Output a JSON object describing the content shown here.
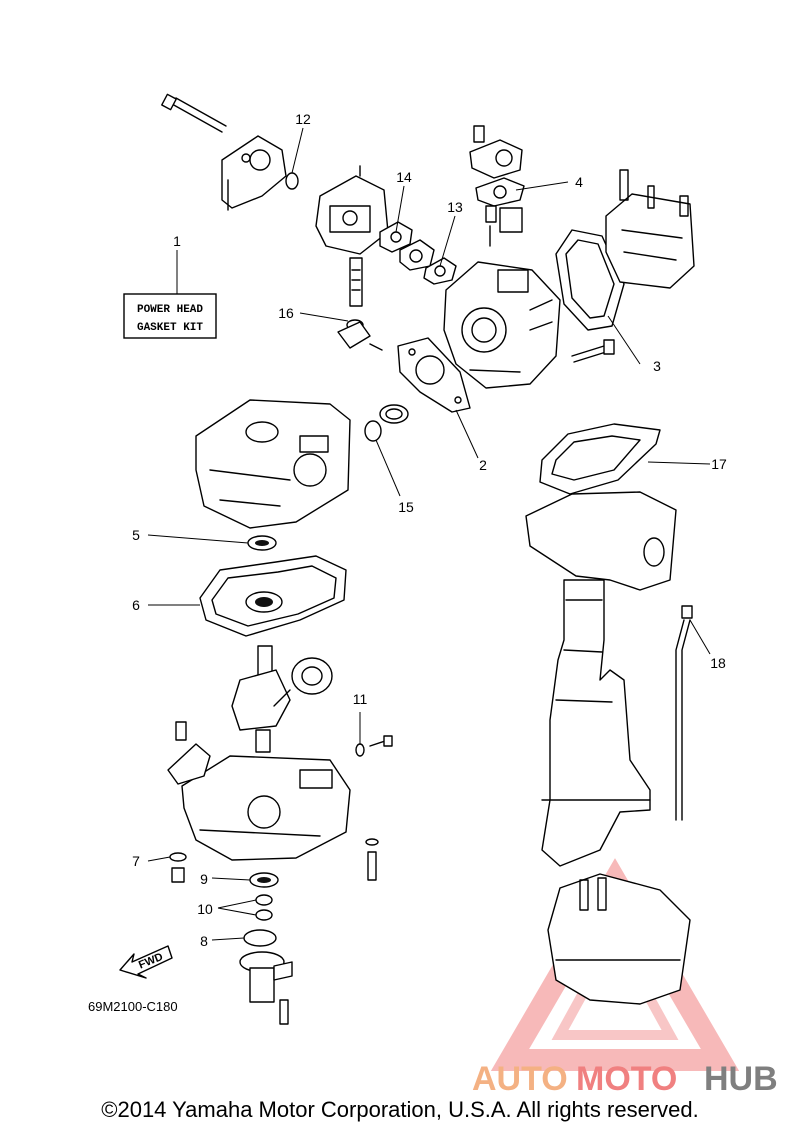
{
  "kit_label": {
    "line1": "POWER HEAD",
    "line2": "GASKET KIT"
  },
  "diagram_code": "69M2100-C180",
  "fwd_label": "FWD",
  "watermark": {
    "part1": "AUTO",
    "part2": "MOTO",
    "part3": "HUB",
    "color_primary": "#f08080",
    "color_secondary": "#f4b183",
    "color_tertiary": "#7f7f7f"
  },
  "copyright": "©2014 Yamaha Motor Corporation, U.S.A. All rights reserved.",
  "callouts": [
    {
      "id": "1",
      "label": "1"
    },
    {
      "id": "2",
      "label": "2"
    },
    {
      "id": "3",
      "label": "3"
    },
    {
      "id": "4",
      "label": "4"
    },
    {
      "id": "5",
      "label": "5"
    },
    {
      "id": "6",
      "label": "6"
    },
    {
      "id": "7",
      "label": "7"
    },
    {
      "id": "8",
      "label": "8"
    },
    {
      "id": "9",
      "label": "9"
    },
    {
      "id": "10",
      "label": "10"
    },
    {
      "id": "11",
      "label": "11"
    },
    {
      "id": "12",
      "label": "12"
    },
    {
      "id": "13",
      "label": "13"
    },
    {
      "id": "14",
      "label": "14"
    },
    {
      "id": "15",
      "label": "15"
    },
    {
      "id": "16",
      "label": "16"
    },
    {
      "id": "17",
      "label": "17"
    },
    {
      "id": "18",
      "label": "18"
    }
  ]
}
